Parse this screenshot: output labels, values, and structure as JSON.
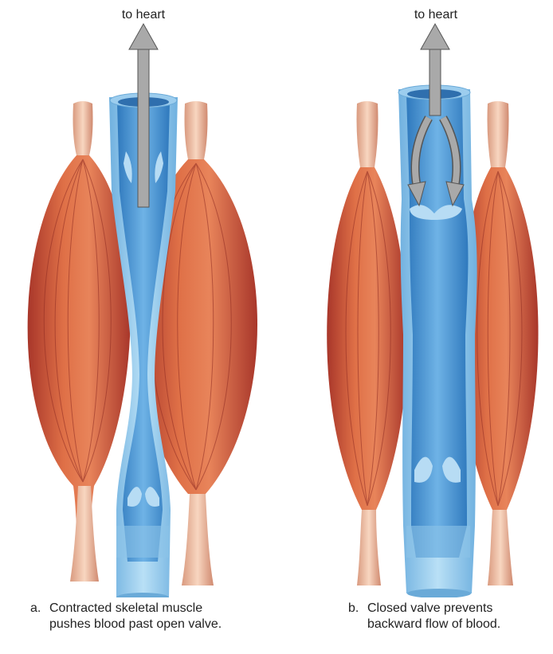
{
  "panel_a": {
    "arrow_label": "to heart",
    "caption_letter": "a.",
    "caption_line1": "Contracted skeletal muscle",
    "caption_line2": "pushes blood past open valve."
  },
  "panel_b": {
    "arrow_label": "to heart",
    "caption_letter": "b.",
    "caption_line1": "Closed valve prevents",
    "caption_line2": "backward flow of blood."
  },
  "colors": {
    "muscle": "#d8643f",
    "muscle_dark": "#a9352a",
    "tendon": "#f2c3a6",
    "vein_outer": "#9fd0ee",
    "vein_inner": "#3f8fce",
    "arrow": "#a9a9a9"
  }
}
